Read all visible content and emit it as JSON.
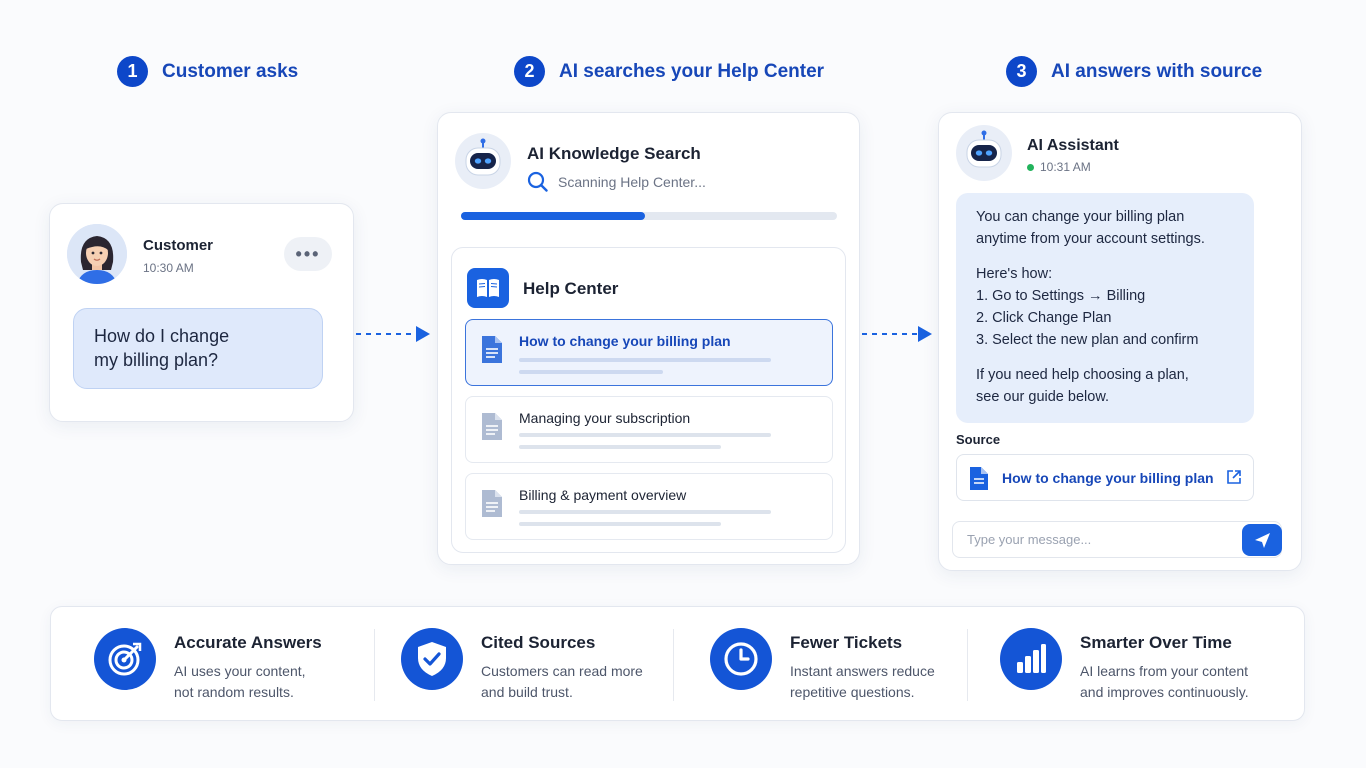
{
  "steps": [
    {
      "number": "1",
      "title": "Customer asks"
    },
    {
      "number": "2",
      "title": "AI searches your Help Center"
    },
    {
      "number": "3",
      "title": "AI answers with source"
    }
  ],
  "customer": {
    "name": "Customer",
    "time": "10:30 AM",
    "more": "•••",
    "message_line1": "How do I change",
    "message_line2": "my billing plan?"
  },
  "search": {
    "title": "AI Knowledge Search",
    "status": "Scanning Help Center...",
    "progress": 0.49
  },
  "help_center": {
    "title": "Help Center",
    "articles": [
      {
        "title": "How to change your billing plan",
        "active": true
      },
      {
        "title": "Managing your subscription",
        "active": false
      },
      {
        "title": "Billing & payment overview",
        "active": false
      }
    ]
  },
  "assistant": {
    "name": "AI Assistant",
    "time": "10:31 AM",
    "answer_p1_l1": "You can change your billing plan",
    "answer_p1_l2": "anytime from your account settings.",
    "answer_how": "Here's how:",
    "step1": "1.  Go to Settings → Billing",
    "step2": "2. Click Change Plan",
    "step3": "3. Select the new plan and confirm",
    "answer_p3_l1": "If you need help choosing a plan,",
    "answer_p3_l2": "see our guide below.",
    "source_label": "Source",
    "source_link": "How to change your billing plan",
    "input_placeholder": "Type your message..."
  },
  "features": [
    {
      "title": "Accurate Answers",
      "desc_l1": "AI uses your content,",
      "desc_l2": "not random results.",
      "icon": "target-icon"
    },
    {
      "title": "Cited Sources",
      "desc_l1": "Customers can read more",
      "desc_l2": "and build trust.",
      "icon": "shield-check-icon"
    },
    {
      "title": "Fewer Tickets",
      "desc_l1": "Instant answers reduce",
      "desc_l2": "repetitive questions.",
      "icon": "clock-icon"
    },
    {
      "title": "Smarter Over Time",
      "desc_l1": "AI learns from your content",
      "desc_l2": "and improves continuously.",
      "icon": "bar-chart-icon"
    }
  ],
  "colors": {
    "accent": "#1a62e0",
    "step_badge": "#0d47c9",
    "step_title": "#1747b8"
  }
}
